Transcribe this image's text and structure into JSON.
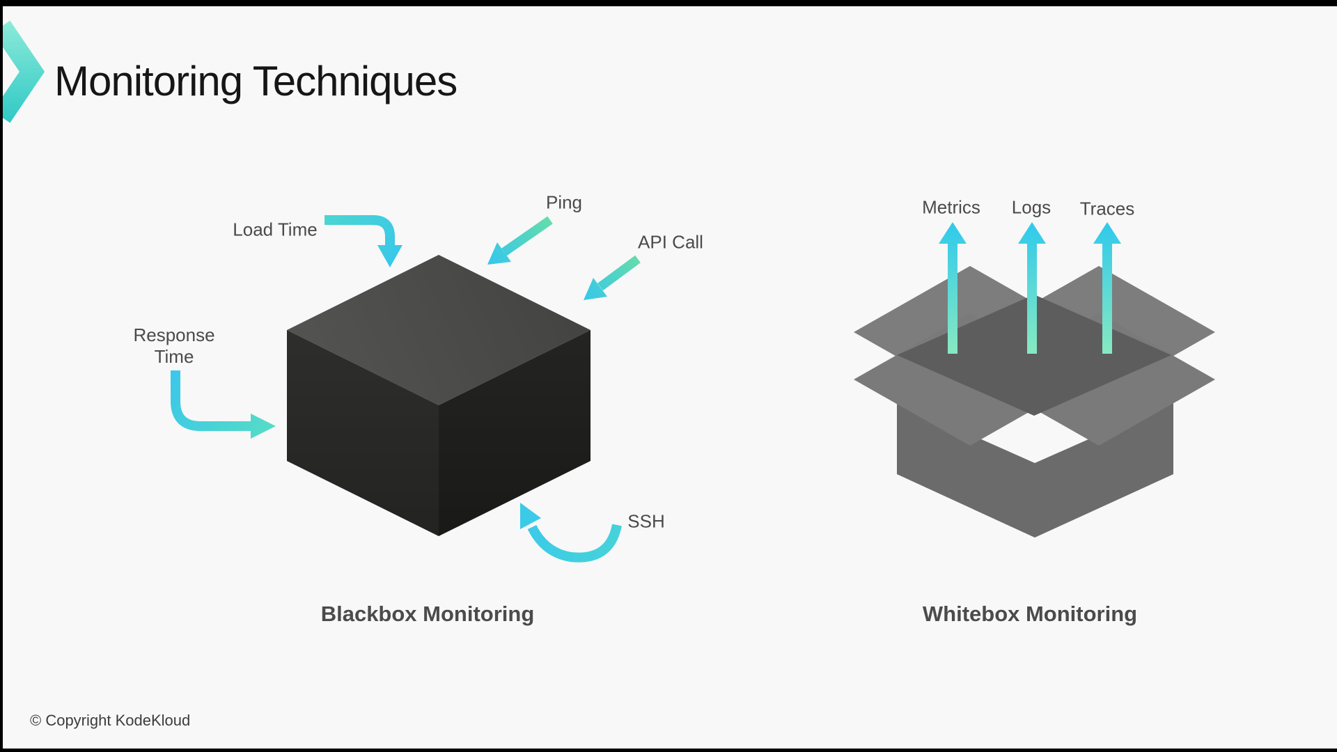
{
  "slide": {
    "title": "Monitoring Techniques",
    "copyright": "© Copyright KodeKloud"
  },
  "icons": {
    "logo": "kodekloud-chevron"
  },
  "blackbox": {
    "caption": "Blackbox Monitoring",
    "labels": {
      "load_time": "Load Time",
      "ping": "Ping",
      "api_call": "API Call",
      "response_time_line1": "Response",
      "response_time_line2": "Time",
      "ssh": "SSH"
    }
  },
  "whitebox": {
    "caption": "Whitebox Monitoring",
    "labels": {
      "metrics": "Metrics",
      "logs": "Logs",
      "traces": "Traces"
    }
  },
  "colors": {
    "background": "#f8f8f8",
    "frame": "#000000",
    "title_text": "#161616",
    "label_text": "#4a4a4a",
    "caption_text": "#4b4b4b",
    "accent_cyan": "#3ac7ea",
    "accent_teal": "#35cdc6",
    "accent_mint": "#86e9c0",
    "cube_top": "#4c4c4a",
    "cube_left": "#2a2a28",
    "cube_right": "#1d1d1c",
    "box_flap": "#7d7d7d",
    "box_flap_lower": "#7a7a7a",
    "box_interior": "#5d5d5d",
    "box_body": "#6b6b6b"
  }
}
